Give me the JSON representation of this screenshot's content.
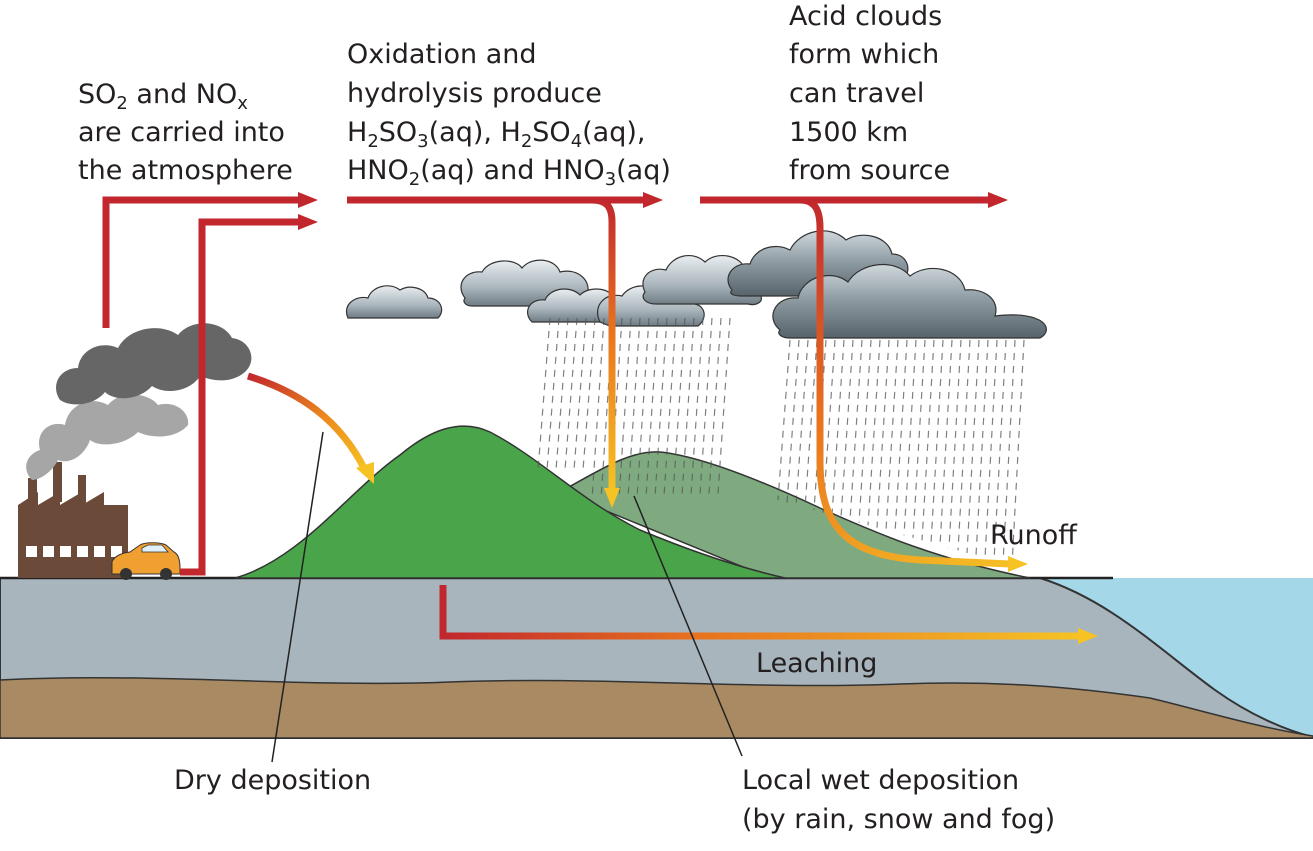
{
  "labels": {
    "emission": {
      "line1": {
        "a": "SO",
        "a_sub": "2",
        "b": " and NO",
        "b_sub": "x"
      },
      "line2": "are carried into",
      "line3": "the atmosphere"
    },
    "oxidation": {
      "line1": "Oxidation and",
      "line2": "hydrolysis produce",
      "line3": {
        "a": "H",
        "a_sub": "2",
        "b": "SO",
        "b_sub": "3",
        "c": "(aq), H",
        "c_sub": "2",
        "d": "SO",
        "d_sub": "4",
        "e": "(aq),"
      },
      "line4": {
        "a": "HNO",
        "a_sub": "2",
        "b": "(aq) and HNO",
        "b_sub": "3",
        "c": "(aq)"
      }
    },
    "clouds": {
      "line1": "Acid clouds",
      "line2": "form which",
      "line3": "can travel",
      "line4": "1500 km",
      "line5": "from source"
    },
    "runoff": "Runoff",
    "leaching": "Leaching",
    "dry_deposition": "Dry deposition",
    "wet_deposition": {
      "line1": "Local wet deposition",
      "line2": "(by rain, snow and fog)"
    }
  },
  "colors": {
    "arrow_red": "#c1272d",
    "arrow_yellow": "#f6c224",
    "hill_front": "#4aa54a",
    "hill_back": "#7faa7f",
    "ground": "#a8b5bc",
    "bedrock": "#a98a62",
    "water": "#a4d8e8",
    "smoke_dark": "#666666",
    "smoke_light": "#a6a6a6",
    "factory": "#6b4a3a",
    "car": "#f0a030"
  }
}
